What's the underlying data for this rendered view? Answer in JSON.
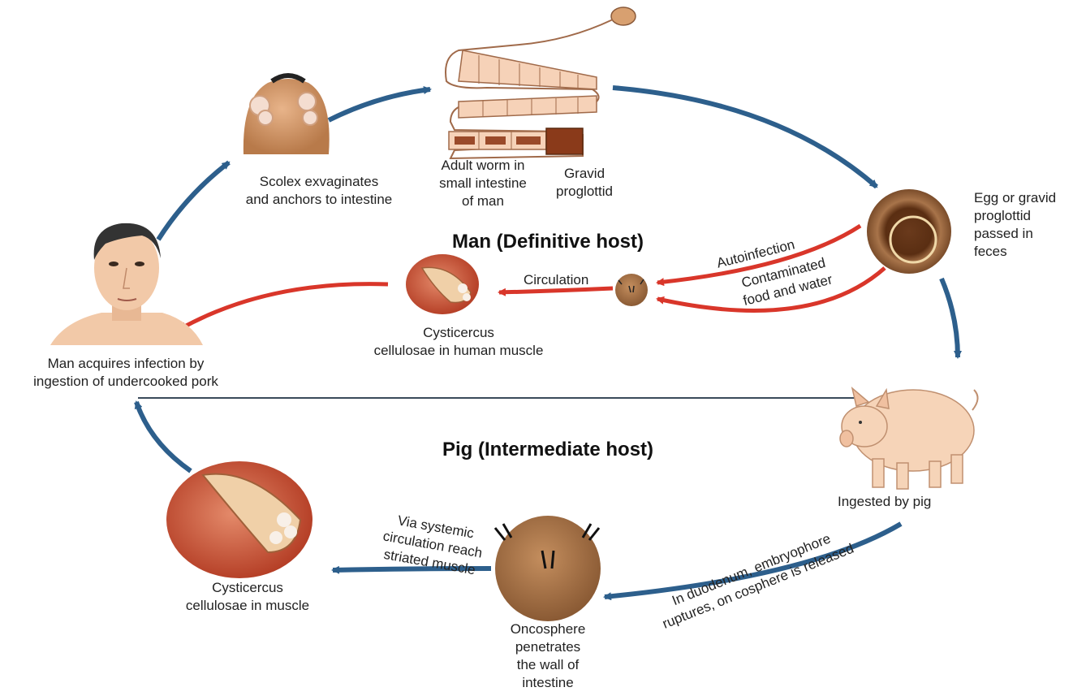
{
  "headings": {
    "definitive": "Man (Definitive host)",
    "intermediate": "Pig (Intermediate host)"
  },
  "labels": {
    "scolex": [
      "Scolex exvaginates",
      "and anchors to intestine"
    ],
    "adult_worm": [
      "Adult worm in",
      "small intestine",
      "of man"
    ],
    "gravid": [
      "Gravid",
      "proglottid"
    ],
    "egg": [
      "Egg or gravid",
      "proglottid",
      "passed in",
      "feces"
    ],
    "autoinfection": "Autoinfection",
    "contaminated": [
      "Contaminated",
      "food and water"
    ],
    "circulation": "Circulation",
    "cysticercus_human": [
      "Cysticercus",
      "cellulosae in human muscle"
    ],
    "man_acquires": [
      "Man acquires infection by",
      "ingestion of undercooked pork"
    ],
    "ingested_pig": "Ingested by pig",
    "duodenum": [
      "In duodenum, embryophore",
      "ruptures, on cosphere is released"
    ],
    "via_systemic": [
      "Via systemic",
      "circulation reach",
      "striated muscle"
    ],
    "oncosphere": [
      "Oncosphere",
      "penetrates",
      "the wall of",
      "intestine"
    ],
    "cysticercus_muscle": [
      "Cysticercus",
      "cellulosae in muscle"
    ]
  },
  "colors": {
    "blue_arrow": "#2d5f8c",
    "red_arrow": "#d9362a",
    "skin": "#f2c9a8",
    "tan": "#b5835a",
    "muscle": "#c9573a"
  }
}
